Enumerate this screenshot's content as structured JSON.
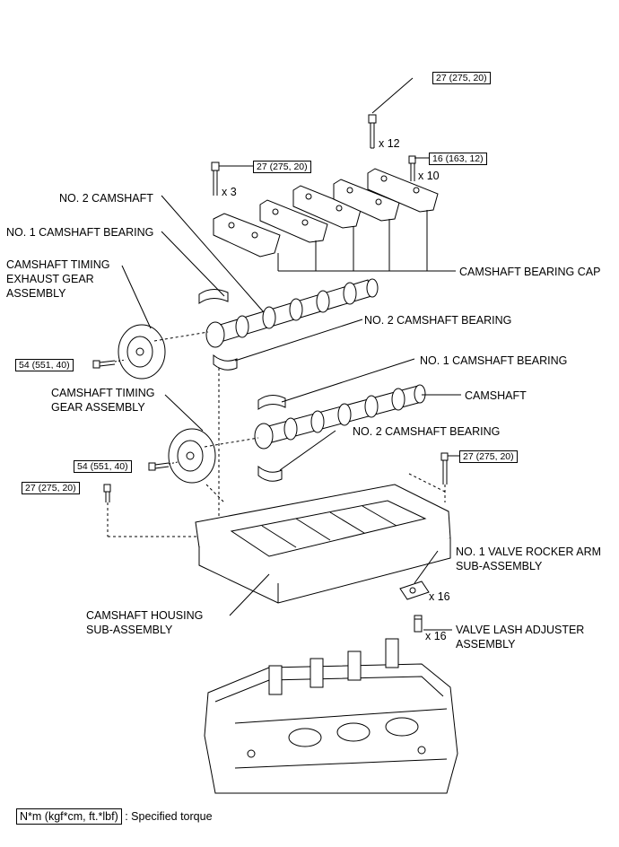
{
  "labels": {
    "no2_camshaft": "NO. 2 CAMSHAFT",
    "no1_camshaft_bearing_top": "NO. 1 CAMSHAFT BEARING",
    "camshaft_timing_exhaust_gear": "CAMSHAFT TIMING\nEXHAUST GEAR\nASSEMBLY",
    "camshaft_bearing_cap": "CAMSHAFT BEARING CAP",
    "no2_camshaft_bearing_upper": "NO. 2 CAMSHAFT BEARING",
    "no1_camshaft_bearing_mid": "NO. 1 CAMSHAFT BEARING",
    "camshaft": "CAMSHAFT",
    "camshaft_timing_gear": "CAMSHAFT TIMING\nGEAR ASSEMBLY",
    "no2_camshaft_bearing_lower": "NO. 2 CAMSHAFT BEARING",
    "no1_valve_rocker_arm": "NO. 1 VALVE ROCKER ARM\nSUB-ASSEMBLY",
    "camshaft_housing": "CAMSHAFT HOUSING\nSUB-ASSEMBLY",
    "valve_lash_adjuster": "VALVE LASH ADJUSTER\nASSEMBLY"
  },
  "torques": {
    "top_bolt": "27 (275, 20)",
    "cap_bolt_12": "16 (163, 12)",
    "cap_bolt_3": "27 (275, 20)",
    "exhaust_gear_bolt": "54 (551, 40)",
    "intake_gear_bolt": "54 (551, 40)",
    "housing_bolt_right": "27 (275, 20)",
    "housing_bolt_left": "27 (275, 20)"
  },
  "quantities": {
    "top_bolts": "x 12",
    "cap_bolts_10": "x 10",
    "cap_bolts_3": "x 3",
    "rocker_arms": "x 16",
    "lash_adjusters": "x 16"
  },
  "legend": {
    "unit": "N*m (kgf*cm, ft.*lbf)",
    "text": ": Specified torque"
  }
}
